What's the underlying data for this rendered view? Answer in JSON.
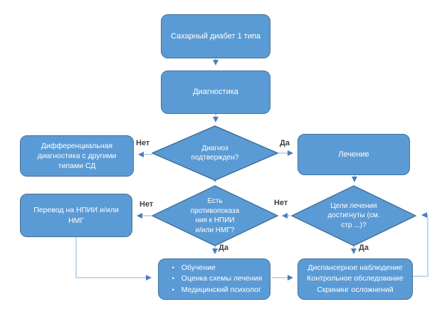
{
  "diagram": {
    "nodes": {
      "diabetes": {
        "label": "Сахарный диабет 1 типа"
      },
      "diagnostics": {
        "label": "Диагностика"
      },
      "diff_diagnosis": {
        "label": "Дифференциальная диагностика с другими типами СД"
      },
      "treatment": {
        "label": "Лечение"
      },
      "transfer": {
        "label": "Перевод на НПИИ и/или НМГ"
      },
      "education": {
        "items": [
          "Обучение",
          "Оценка схемы лечения",
          "Медицинский психолог"
        ]
      },
      "dispensary": {
        "lines": [
          "Диспансерное наблюдение",
          "Контрольное обследование",
          "Скрининг осложнений"
        ]
      }
    },
    "decisions": {
      "diagnosis_confirmed": {
        "lines": [
          "Диагноз",
          "подтвержден?"
        ]
      },
      "contraindications": {
        "lines": [
          "Есть",
          "противопоказа",
          "ния к НПИИ",
          "и/или НМГ?"
        ]
      },
      "goals_achieved": {
        "lines": [
          "Цели лечения",
          "достигнуты (см.",
          "стр ...)?"
        ]
      }
    },
    "edge_labels": {
      "no_diagnosis": "Нет",
      "yes_diagnosis": "Да",
      "no_contraindications": "Нет",
      "no_goals": "Нет",
      "yes_contraindications": "Да",
      "yes_goals": "Да"
    },
    "colors": {
      "shape_fill": "#5B9BD5",
      "shape_border": "#41719C",
      "connector": "#9DC3E6",
      "arrowhead": "#4A7EBB",
      "shape_text": "#FFFFFF",
      "edge_label_text": "#3F3F3F"
    }
  }
}
